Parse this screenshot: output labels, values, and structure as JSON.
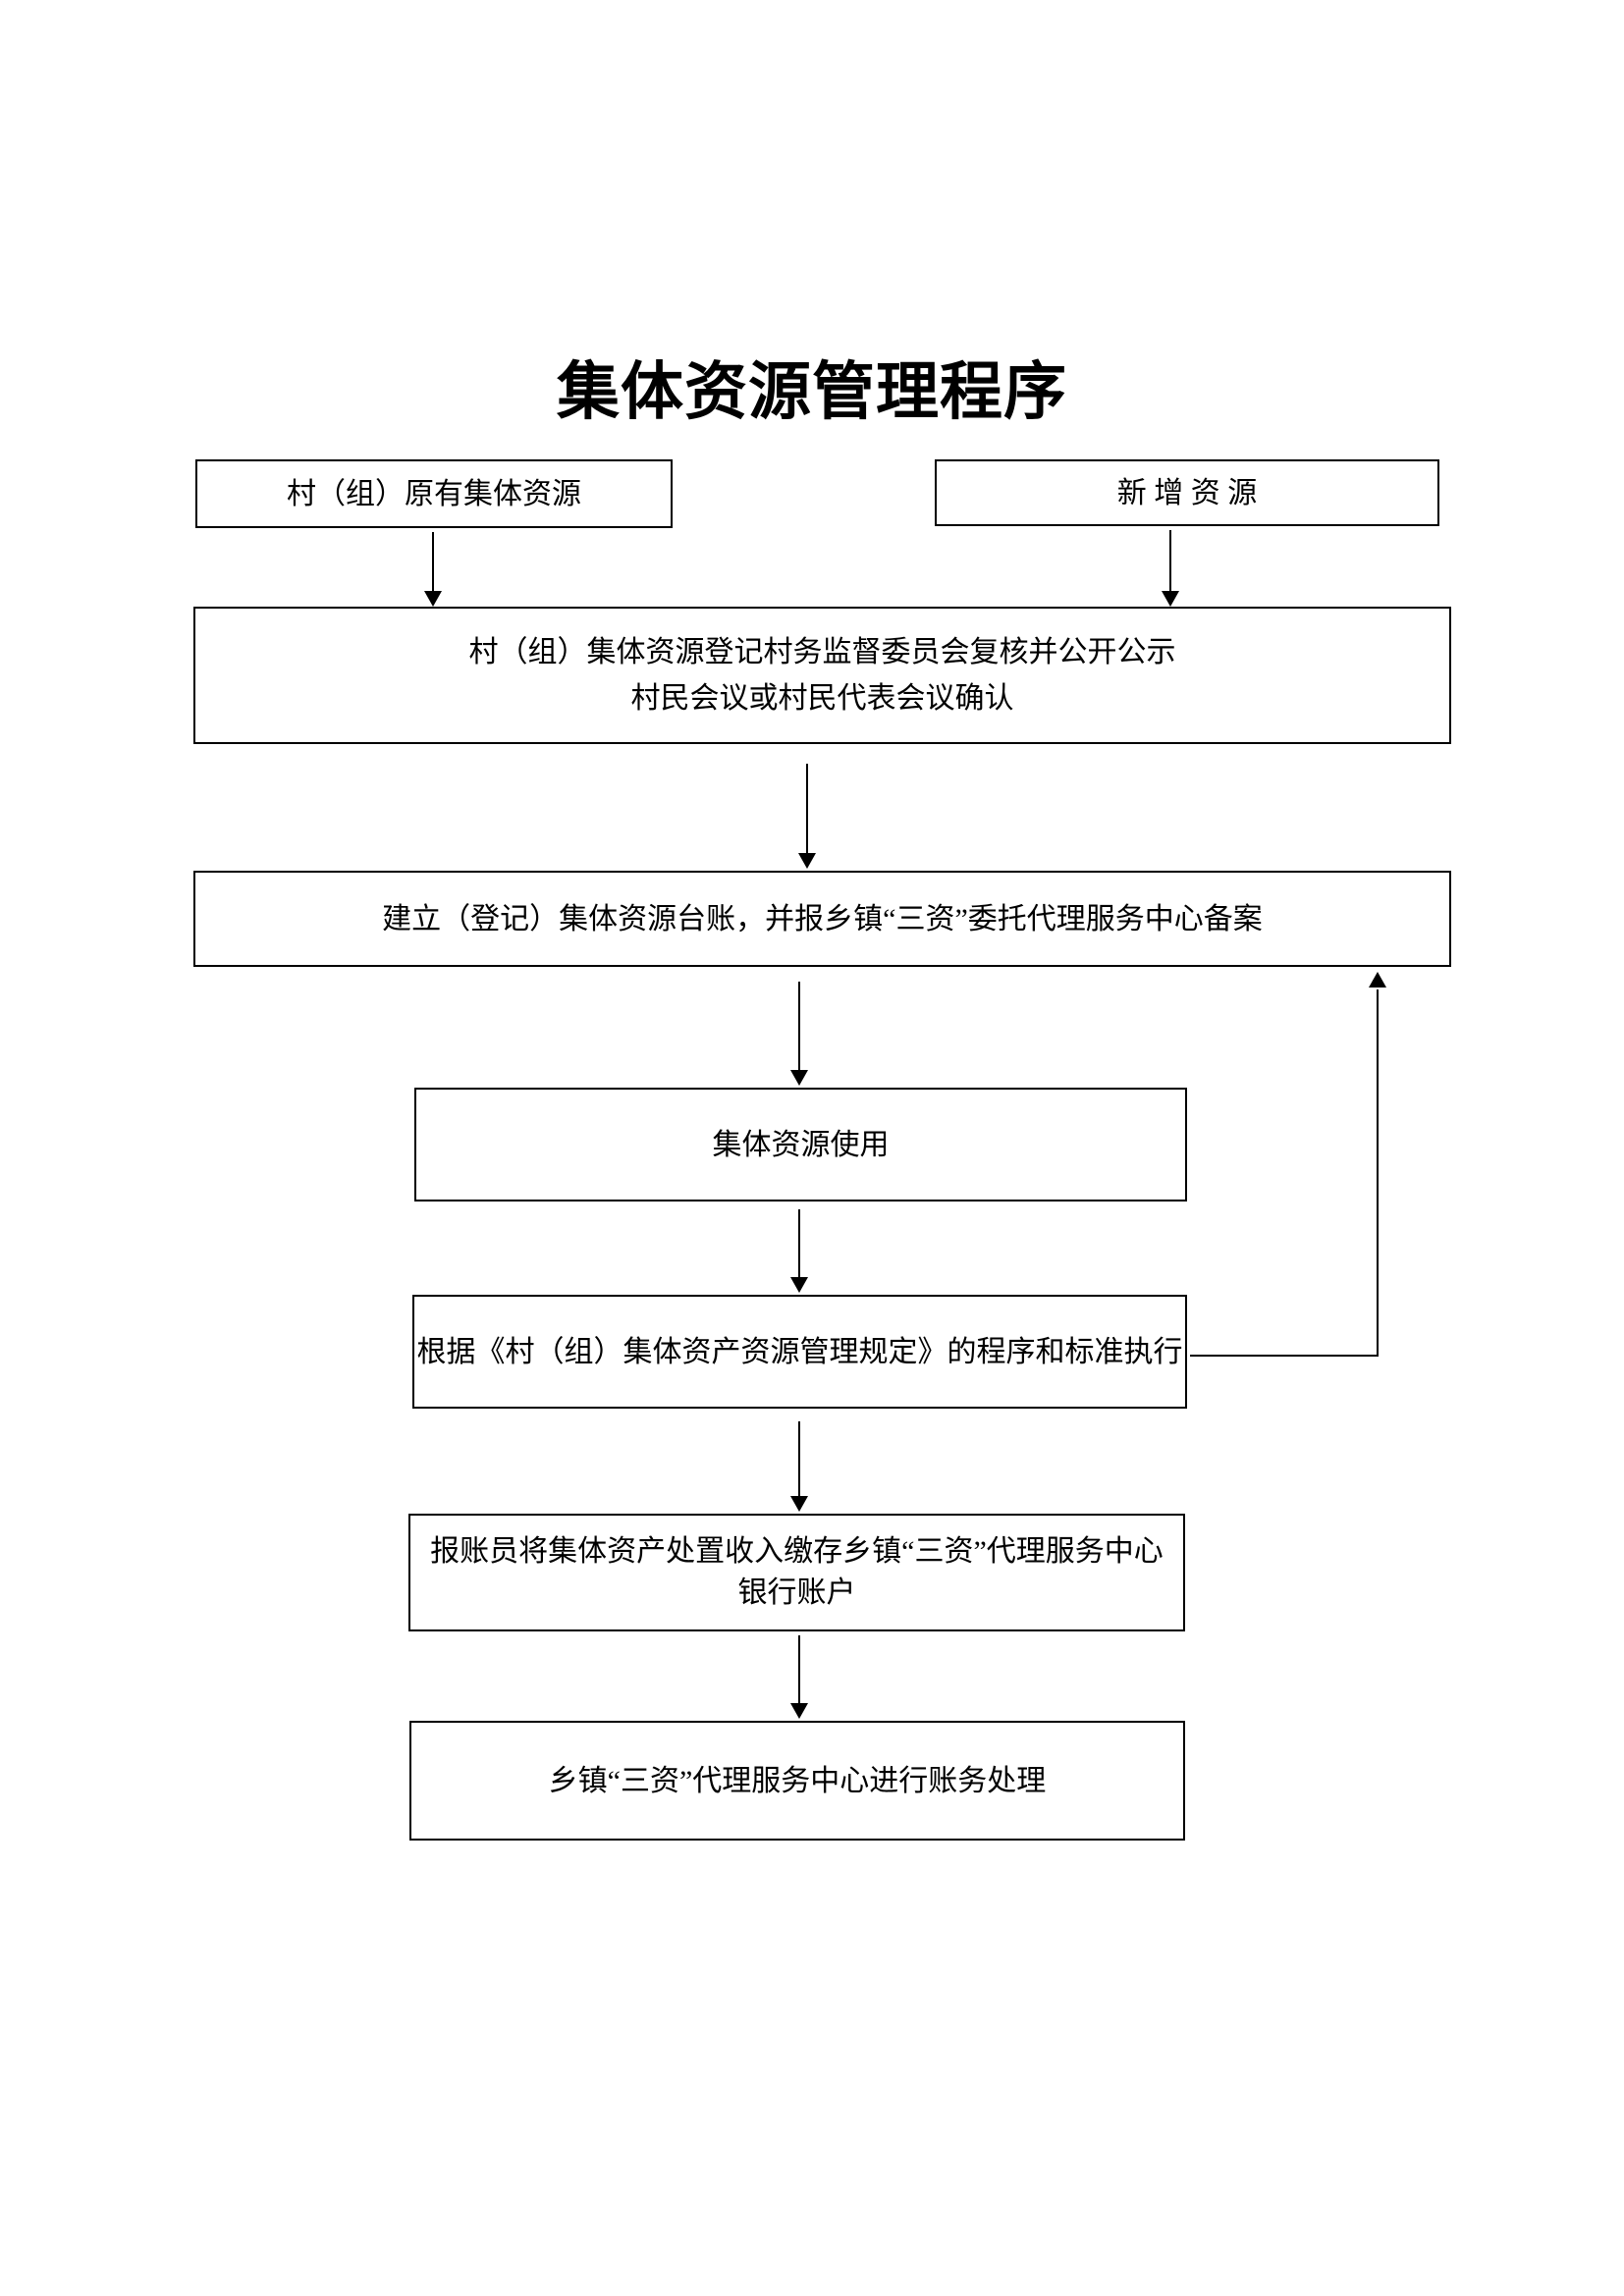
{
  "document": {
    "title": "集体资源管理程序",
    "background_color": "#ffffff",
    "line_color": "#000000",
    "text_color": "#000000"
  },
  "flowchart": {
    "nodes": {
      "existing_resources": {
        "label": "村（组）原有集体资源"
      },
      "new_resources": {
        "label": "新 增 资 源"
      },
      "registration_review": {
        "line1": "村（组）集体资源登记村务监督委员会复核并公开公示",
        "line2": "村民会议或村民代表会议确认"
      },
      "ledger_filing": {
        "label": "建立（登记）集体资源台账，并报乡镇“三资”委托代理服务中心备案"
      },
      "resource_usage": {
        "label": "集体资源使用"
      },
      "execute_rules": {
        "label": "根据《村（组）集体资产资源管理规定》的程序和标准执行"
      },
      "income_deposit": {
        "line1": "报账员将集体资产处置收入缴存乡镇“三资”代理服务中心",
        "line2": "银行账户"
      },
      "account_processing": {
        "label": "乡镇“三资”代理服务中心进行账务处理"
      }
    }
  }
}
